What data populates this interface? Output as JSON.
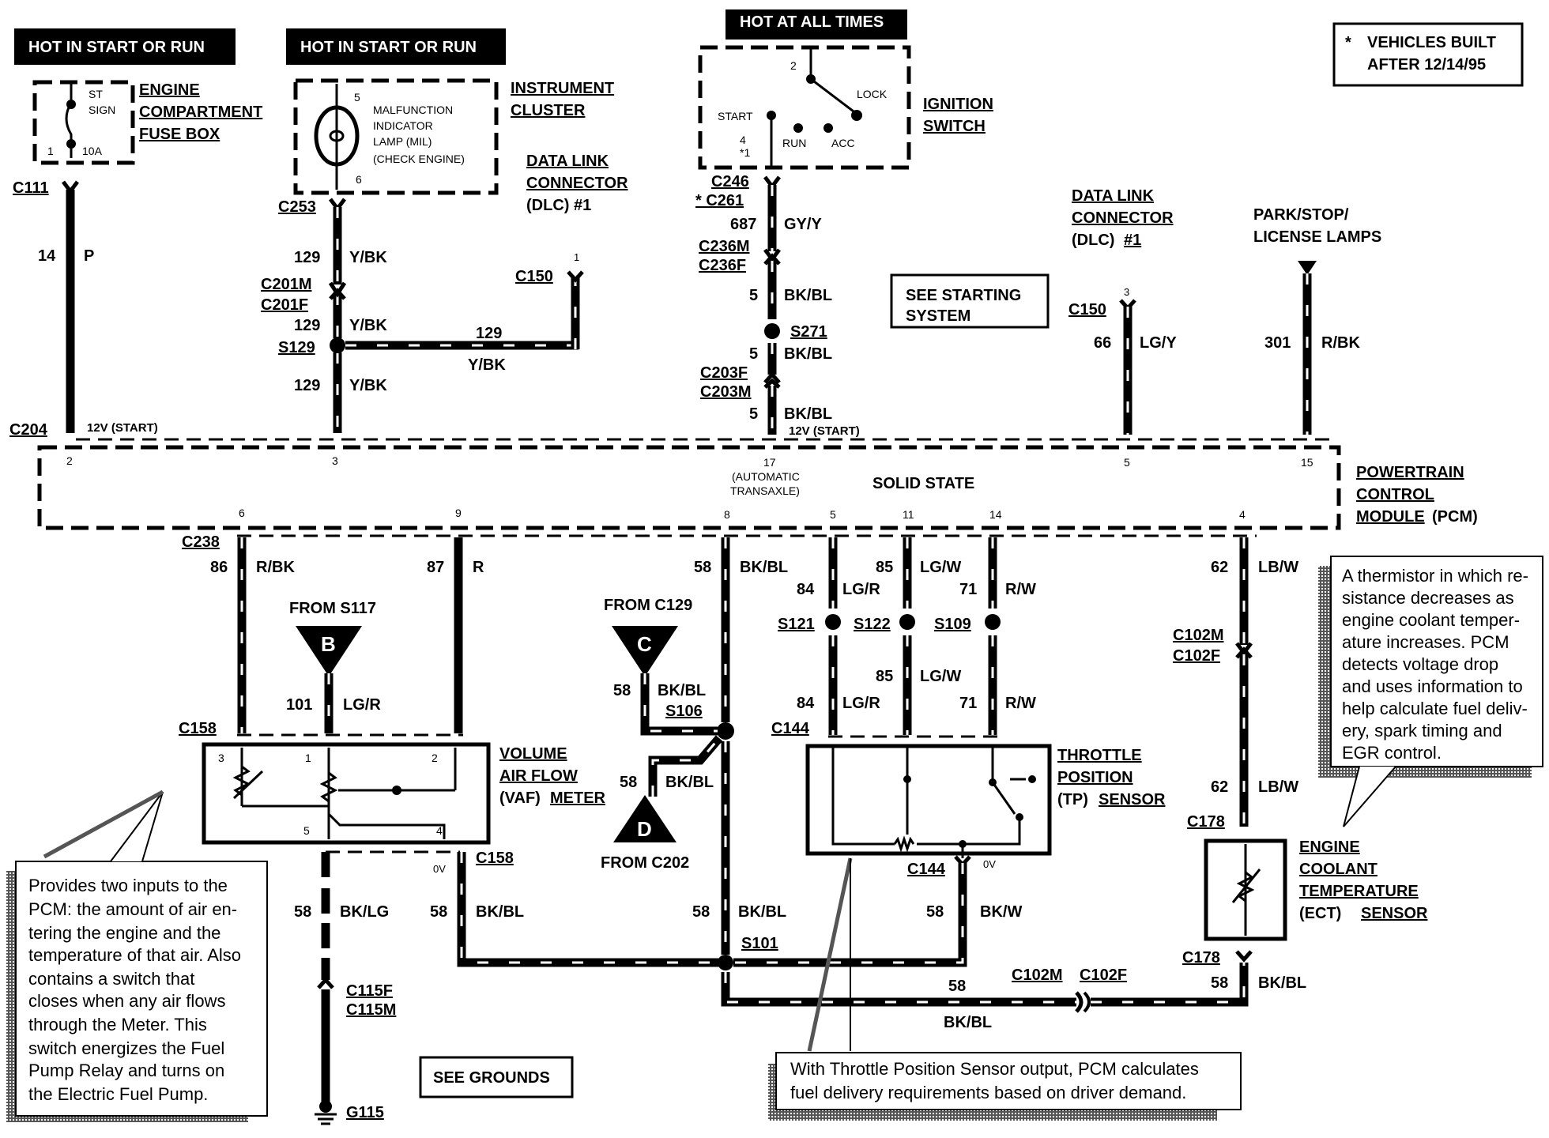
{
  "power_labels": {
    "left": "HOT IN START OR RUN",
    "middle": "HOT IN START OR RUN",
    "right": "HOT AT ALL TIMES"
  },
  "footnote": {
    "asterisk": "*",
    "line1": "VEHICLES BUILT",
    "line2": "AFTER 12/14/95"
  },
  "fuse_box": {
    "name_lines": [
      "ENGINE",
      "COMPARTMENT",
      "FUSE BOX"
    ],
    "fuse_name": "ST\nSIGN",
    "fuse_name_line1": "ST",
    "fuse_name_line2": "SIGN",
    "rating": "10A",
    "pin": "1"
  },
  "instrument_cluster": {
    "name_lines": [
      "INSTRUMENT",
      "CLUSTER"
    ],
    "lamp_lines": [
      "MALFUNCTION",
      "INDICATOR",
      "LAMP (MIL)",
      "(CHECK ENGINE)"
    ],
    "pin_top": "5",
    "pin_bottom": "6"
  },
  "ignition_switch": {
    "name_lines": [
      "IGNITION",
      "SWITCH"
    ],
    "positions": [
      "START",
      "RUN",
      "ACC",
      "LOCK"
    ],
    "pin_top": "2",
    "pin_bottom": "4",
    "pin_bottom_alt": "*1"
  },
  "dlc_left": {
    "name_lines": [
      "DATA LINK",
      "CONNECTOR",
      "(DLC) #1"
    ],
    "connector": "C150",
    "pin": "1"
  },
  "dlc_right": {
    "name_lines": [
      "DATA LINK",
      "CONNECTOR"
    ],
    "line3_a": "(DLC)",
    "line3_b": "#1",
    "connector": "C150",
    "pin": "3"
  },
  "park_lamps": {
    "line1": "PARK/STOP/",
    "line2": "LICENSE LAMPS"
  },
  "see_starting": {
    "line1": "SEE STARTING",
    "line2": "SYSTEM"
  },
  "see_grounds": "SEE GROUNDS",
  "pcm": {
    "name_lines": [
      "POWERTRAIN",
      "CONTROL"
    ],
    "line3_a": "MODULE",
    "line3_b": "(PCM)",
    "center": "SOLID STATE",
    "top_pins": [
      "2",
      "3",
      "17",
      "5",
      "15"
    ],
    "pin17_note_lines": [
      "(AUTOMATIC",
      "TRANSAXLE)"
    ],
    "bottom_pins": [
      "6",
      "9",
      "8",
      "5",
      "11",
      "14",
      "4"
    ],
    "voltage_left": "12V (START)",
    "voltage_mid": "12V (START)"
  },
  "connectors": {
    "c111": "C111",
    "c204": "C204",
    "c253": "C253",
    "c201m": "C201M",
    "c201f": "C201F",
    "s129": "S129",
    "c246": "C246",
    "c261": "* C261",
    "c236m": "C236M",
    "c236f": "C236F",
    "s271": "S271",
    "c203f": "C203F",
    "c203m": "C203M",
    "c238": "C238",
    "c158_top": "C158",
    "c158_bot": "C158",
    "s106": "S106",
    "s121": "S121",
    "s122": "S122",
    "s109": "S109",
    "c144_top": "C144",
    "c144_bot": "C144",
    "s101": "S101",
    "c115f": "C115F",
    "c115m": "C115M",
    "g115": "G115",
    "c102m_r": "C102M",
    "c102f_r": "C102F",
    "c178_top": "C178",
    "c178_bot": "C178",
    "c102m_b": "C102M",
    "c102f_b": "C102F"
  },
  "wires": [
    {
      "id": "w14",
      "circuit": "14",
      "color": "P"
    },
    {
      "id": "w129a",
      "circuit": "129",
      "color": "Y/BK"
    },
    {
      "id": "w129b",
      "circuit": "129",
      "color": "Y/BK"
    },
    {
      "id": "w129c",
      "circuit": "129",
      "color": "Y/BK"
    },
    {
      "id": "w129h",
      "circuit": "129",
      "color": "Y/BK"
    },
    {
      "id": "w687",
      "circuit": "687",
      "color": "GY/Y"
    },
    {
      "id": "w5a",
      "circuit": "5",
      "color": "BK/BL"
    },
    {
      "id": "w5b",
      "circuit": "5",
      "color": "BK/BL"
    },
    {
      "id": "w5c",
      "circuit": "5",
      "color": "BK/BL"
    },
    {
      "id": "w66",
      "circuit": "66",
      "color": "LG/Y"
    },
    {
      "id": "w301",
      "circuit": "301",
      "color": "R/BK"
    },
    {
      "id": "w86",
      "circuit": "86",
      "color": "R/BK"
    },
    {
      "id": "w87",
      "circuit": "87",
      "color": "R"
    },
    {
      "id": "w101",
      "circuit": "101",
      "color": "LG/R"
    },
    {
      "id": "w58pcm",
      "circuit": "58",
      "color": "BK/BL"
    },
    {
      "id": "w58c",
      "circuit": "58",
      "color": "BK/BL"
    },
    {
      "id": "w58d",
      "circuit": "58",
      "color": "BK/BL"
    },
    {
      "id": "w84a",
      "circuit": "84",
      "color": "LG/R"
    },
    {
      "id": "w84b",
      "circuit": "84",
      "color": "LG/R"
    },
    {
      "id": "w85a",
      "circuit": "85",
      "color": "LG/W"
    },
    {
      "id": "w85b",
      "circuit": "85",
      "color": "LG/W"
    },
    {
      "id": "w71a",
      "circuit": "71",
      "color": "R/W"
    },
    {
      "id": "w71b",
      "circuit": "71",
      "color": "R/W"
    },
    {
      "id": "w62a",
      "circuit": "62",
      "color": "LB/W"
    },
    {
      "id": "w62b",
      "circuit": "62",
      "color": "LB/W"
    },
    {
      "id": "w58lg",
      "circuit": "58",
      "color": "BK/LG"
    },
    {
      "id": "w58vaf",
      "circuit": "58",
      "color": "BK/BL"
    },
    {
      "id": "w58mid",
      "circuit": "58",
      "color": "BK/BL"
    },
    {
      "id": "w58tp",
      "circuit": "58",
      "color": "BK/W"
    },
    {
      "id": "w58bottom",
      "circuit": "58",
      "color": "BK/BL"
    },
    {
      "id": "w58ect",
      "circuit": "58",
      "color": "BK/BL"
    }
  ],
  "references": {
    "b": {
      "letter": "B",
      "label": "FROM S117"
    },
    "c": {
      "letter": "C",
      "label": "FROM C129"
    },
    "d": {
      "letter": "D",
      "label": "FROM C202"
    }
  },
  "vaf_meter": {
    "name_lines": [
      "VOLUME",
      "AIR FLOW"
    ],
    "line3_a": "(VAF)",
    "line3_b": "METER",
    "pins": [
      "3",
      "1",
      "2",
      "5",
      "4"
    ],
    "voltage": "0V"
  },
  "tp_sensor": {
    "name_lines": [
      "THROTTLE",
      "POSITION"
    ],
    "line3_a": "(TP)",
    "line3_b": "SENSOR",
    "voltage": "0V"
  },
  "ect_sensor": {
    "name_lines": [
      "ENGINE",
      "COOLANT",
      "TEMPERATURE"
    ],
    "line4_a": "(ECT)",
    "line4_b": "SENSOR"
  },
  "notes": {
    "vaf": [
      "Provides two inputs to the",
      "PCM: the amount of air en-",
      "tering the engine and the",
      "temperature of that air. Also",
      "contains  a  switch  that",
      "closes when any air flows",
      "through  the  Meter.  This",
      "switch energizes the Fuel",
      "Pump Relay and turns on",
      "the Electric Fuel Pump."
    ],
    "ect": [
      "A thermistor in which re-",
      "sistance  decreases  as",
      "engine coolant temper-",
      "ature  increases.  PCM",
      "detects  voltage  drop",
      "and uses information to",
      "help calculate fuel deliv-",
      "ery,  spark  timing  and",
      "EGR control."
    ],
    "tp": [
      "With Throttle Position Sensor output, PCM calculates",
      "fuel delivery requirements based on driver demand."
    ]
  }
}
